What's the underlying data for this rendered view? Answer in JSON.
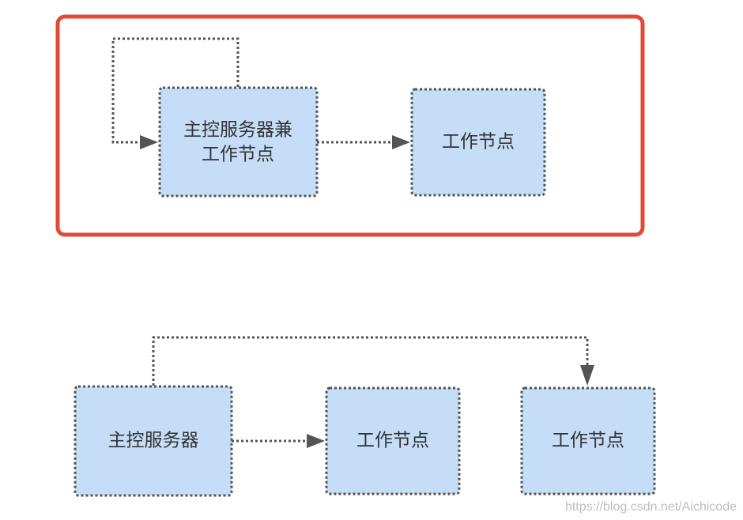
{
  "top_diagram": {
    "master_worker_label_line1": "主控服务器兼",
    "master_worker_label_line2": "工作节点",
    "worker_label": "工作节点"
  },
  "bottom_diagram": {
    "master_label": "主控服务器",
    "worker_a_label": "工作节点",
    "worker_b_label": "工作节点"
  },
  "watermark": "https://blog.csdn.net/Aichicode",
  "colors": {
    "node_fill": "#c5ddf6",
    "node_border": "#545454",
    "highlight_frame": "#e24a35",
    "text": "#333333"
  }
}
